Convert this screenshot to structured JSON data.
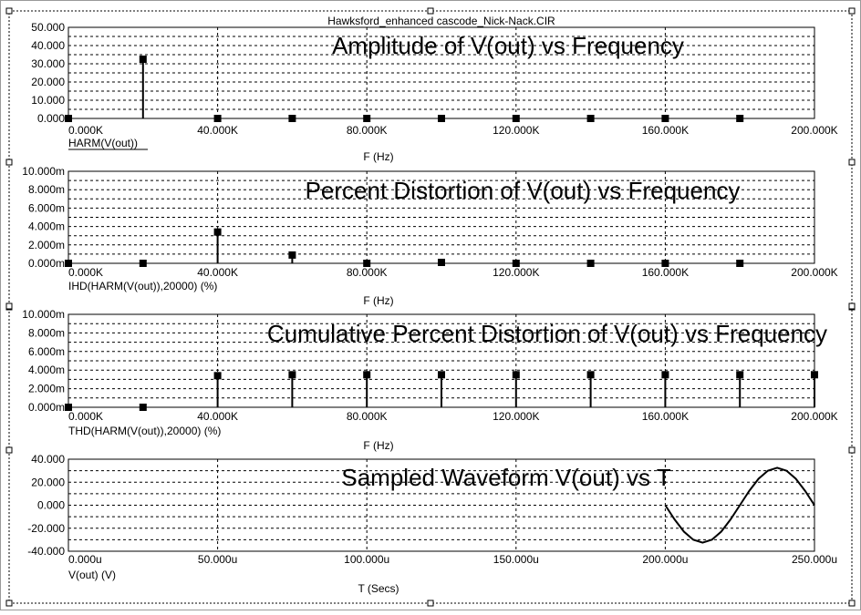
{
  "document": {
    "title": "Hawksford_enhanced cascode_Nick-Nack.CIR"
  },
  "colors": {
    "trace": "#000000",
    "grid": "#000000",
    "background": "#ffffff",
    "frame": "#9a9a9a"
  },
  "chart_data": [
    {
      "type": "bar",
      "title": "Amplitude of V(out) vs Frequency",
      "ylabel": "HARM(V(out))",
      "xlabel": "F (Hz)",
      "xlim": [
        0,
        200000
      ],
      "ylim": [
        0,
        50
      ],
      "x_ticks": [
        "0.000K",
        "40.000K",
        "80.000K",
        "120.000K",
        "160.000K",
        "200.000K"
      ],
      "y_ticks": [
        "0.000",
        "10.000",
        "20.000",
        "30.000",
        "40.000",
        "50.000"
      ],
      "grid": true,
      "series": [
        {
          "x": [
            0,
            20000,
            40000,
            60000,
            80000,
            100000,
            120000,
            140000,
            160000,
            180000
          ],
          "values": [
            0,
            32.5,
            0,
            0,
            0,
            0,
            0,
            0,
            0,
            0
          ]
        }
      ]
    },
    {
      "type": "bar",
      "title": "Percent Distortion of V(out) vs Frequency",
      "ylabel": "IHD(HARM(V(out)),20000) (%)",
      "xlabel": "F (Hz)",
      "xlim": [
        0,
        200000
      ],
      "ylim": [
        0,
        10
      ],
      "x_ticks": [
        "0.000K",
        "40.000K",
        "80.000K",
        "120.000K",
        "160.000K",
        "200.000K"
      ],
      "y_ticks": [
        "0.000m",
        "2.000m",
        "4.000m",
        "6.000m",
        "8.000m",
        "10.000m"
      ],
      "grid": true,
      "series": [
        {
          "x": [
            0,
            20000,
            40000,
            60000,
            80000,
            100000,
            120000,
            140000,
            160000,
            180000
          ],
          "values": [
            0,
            0,
            3.4,
            0.9,
            0,
            0.1,
            0,
            0,
            0,
            0
          ]
        }
      ]
    },
    {
      "type": "bar",
      "title": "Cumulative Percent Distortion of V(out) vs Frequency",
      "ylabel": "THD(HARM(V(out)),20000) (%)",
      "xlabel": "F (Hz)",
      "xlim": [
        0,
        200000
      ],
      "ylim": [
        0,
        10
      ],
      "x_ticks": [
        "0.000K",
        "40.000K",
        "80.000K",
        "120.000K",
        "160.000K",
        "200.000K"
      ],
      "y_ticks": [
        "0.000m",
        "2.000m",
        "4.000m",
        "6.000m",
        "8.000m",
        "10.000m"
      ],
      "grid": true,
      "series": [
        {
          "x": [
            0,
            20000,
            40000,
            60000,
            80000,
            100000,
            120000,
            140000,
            160000,
            180000,
            200000
          ],
          "values": [
            0,
            0,
            3.4,
            3.5,
            3.5,
            3.5,
            3.5,
            3.5,
            3.5,
            3.5,
            3.5
          ]
        }
      ]
    },
    {
      "type": "line",
      "title": "Sampled Waveform  V(out) vs T",
      "ylabel": "V(out) (V)",
      "xlabel": "T (Secs)",
      "xlim": [
        0,
        250
      ],
      "ylim": [
        -40,
        40
      ],
      "x_ticks": [
        "0.000u",
        "50.000u",
        "100.000u",
        "150.000u",
        "200.000u",
        "250.000u"
      ],
      "y_ticks": [
        "-40.000",
        "-20.000",
        "0.000",
        "20.000",
        "40.000"
      ],
      "grid": true,
      "series": [
        {
          "x": [
            200,
            203.125,
            206.25,
            209.375,
            212.5,
            215.625,
            218.75,
            221.875,
            225,
            228.125,
            231.25,
            234.375,
            237.5,
            240.625,
            243.75,
            246.875,
            250
          ],
          "values": [
            0,
            -12.4,
            -23.0,
            -30.0,
            -32.5,
            -30.0,
            -23.0,
            -12.4,
            0,
            12.4,
            23.0,
            30.0,
            32.5,
            30.0,
            23.0,
            12.4,
            0
          ]
        }
      ]
    }
  ]
}
